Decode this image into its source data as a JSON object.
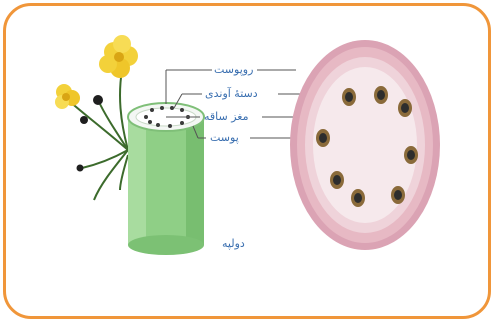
{
  "diagram": {
    "labels": {
      "epidermis": "روپوست",
      "vascular_bundle": "دستهٔ آوندی",
      "pith": "مغز ساقه",
      "cortex": "پوست"
    },
    "caption": "دولپه"
  },
  "colors": {
    "frame": "#f0963a",
    "label_text": "#3a6fb0",
    "stem_green": "#8fcf86",
    "section_pink": "#e7b9c4",
    "flower_yellow": "#f3d13a"
  }
}
